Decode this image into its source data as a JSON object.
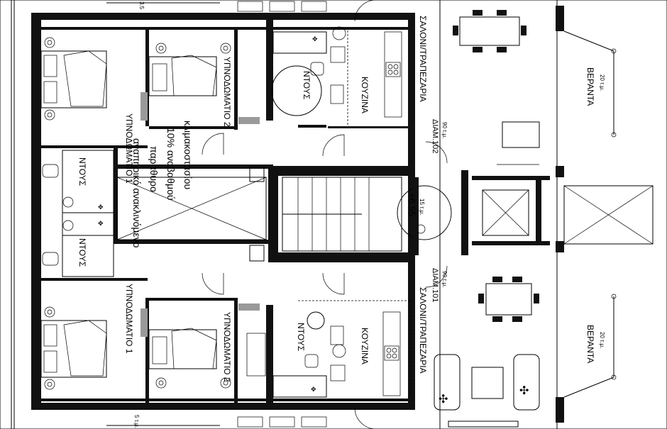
{
  "rooms": {
    "bedroom1": "ΥΠΝΟΔΩΜΑΤΙΟ 1",
    "bedroom2": "ΥΠΝΟΔΩΜΑΤΙΟ 2",
    "shower": "ΝΤΟΥΣ",
    "kitchen": "ΚΟΥΖΙΝΑ",
    "living_dining": "ΣΑΛΟΝΙ/ΤΡΑΠΕΖΑΡΙΑ",
    "veranda": "ΒΕΡΑΝΤΑ",
    "veranda_area": "20 τ.μ."
  },
  "apartments": {
    "apt102_label": "ΔΙΑΜ.102",
    "apt102_area": "90 τ.μ.",
    "apt101_label": "ΔΙΑΜ.101",
    "apt101_area": "90 τ.μ."
  },
  "stair_note": {
    "line1": "αναπηρικό ανακλινόμενο",
    "line2": "παράθυρο",
    "line3": "10% αναβαθμού",
    "line4": "κλιμακοστασίου"
  },
  "level_mark": "+6.55",
  "level_sub": "15 τ.μ.",
  "dim_top": "3.5",
  "dim_bottom": "5 τ.μ."
}
